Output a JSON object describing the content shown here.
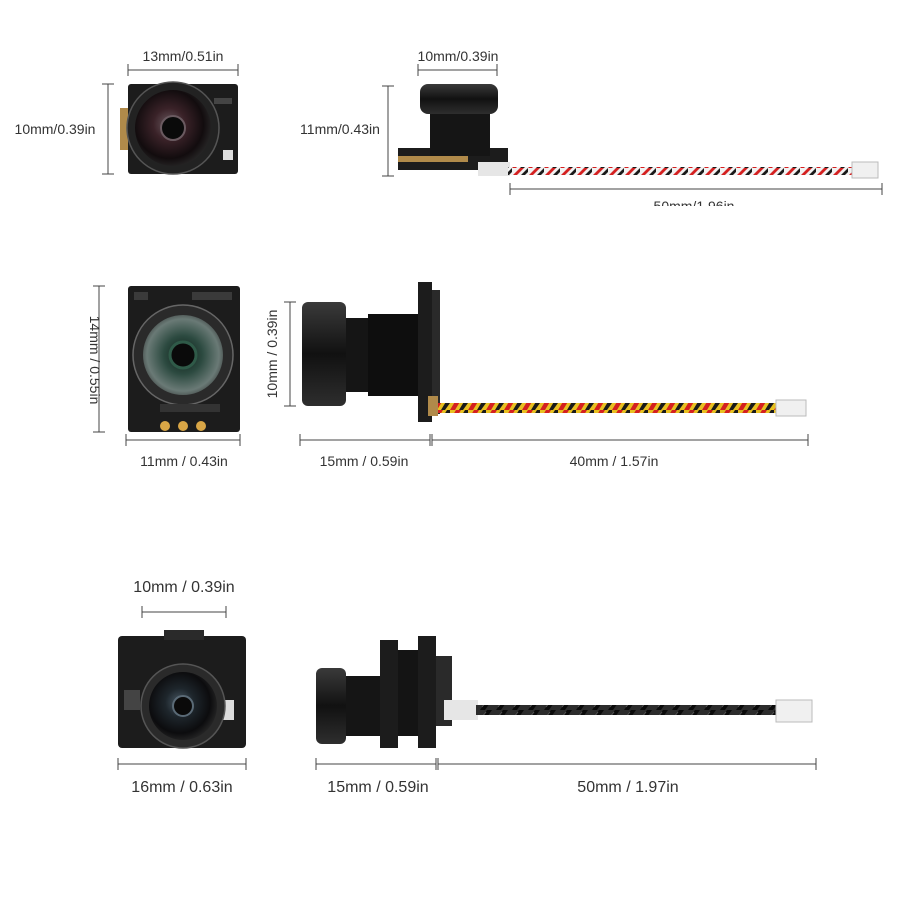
{
  "row1": {
    "front_width": "13mm/0.51in",
    "front_height": "10mm/0.39in",
    "side_lens_width": "10mm/0.39in",
    "side_height": "11mm/0.43in",
    "cable_length": "50mm/1.96in"
  },
  "row2": {
    "front_height": "14mm / 0.55in",
    "front_width": "11mm / 0.43in",
    "side_height": "10mm / 0.39in",
    "side_depth": "15mm / 0.59in",
    "cable_length": "40mm / 1.57in"
  },
  "row3": {
    "front_lens_width": "10mm / 0.39in",
    "front_width": "16mm / 0.63in",
    "side_depth": "15mm / 0.59in",
    "cable_length": "50mm / 1.97in"
  },
  "colors": {
    "pcb": "#1c1c1c",
    "lens_ring": "#2a2a2a",
    "wire_red": "#d42020",
    "wire_black": "#1a1a1a",
    "wire_yellow": "#e8c020",
    "wire_white": "#f2f2f2",
    "dimension_line": "#444444"
  }
}
